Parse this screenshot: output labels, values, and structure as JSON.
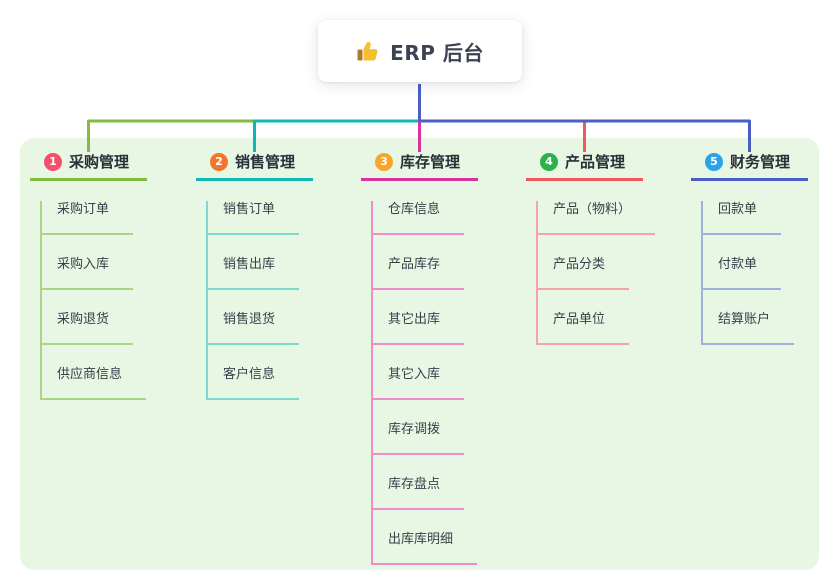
{
  "root": {
    "label": "ERP 后台",
    "icon": "thumbs-up-icon",
    "connector_color": "#4A5EC5"
  },
  "theme": {
    "canvas_bg": "#FFFFFF",
    "panel_bg": "#E8F6E4",
    "title_text_color": "#2A3038",
    "child_text_color": "#39404A"
  },
  "branches": [
    {
      "number": "1",
      "label": "采购管理",
      "badge_color": "#F4506C",
      "line_color": "#82BC40",
      "child_line_color": "#ABD584",
      "children": [
        "采购订单",
        "采购入库",
        "采购退货",
        "供应商信息"
      ]
    },
    {
      "number": "2",
      "label": "销售管理",
      "badge_color": "#F3742B",
      "line_color": "#0EB8B2",
      "child_line_color": "#7ED8D0",
      "children": [
        "销售订单",
        "销售出库",
        "销售退货",
        "客户信息"
      ]
    },
    {
      "number": "3",
      "label": "库存管理",
      "badge_color": "#F8A62A",
      "line_color": "#D9329E",
      "child_line_color": "#F08CC8",
      "children": [
        "仓库信息",
        "产品库存",
        "其它出库",
        "其它入库",
        "库存调拨",
        "库存盘点",
        "出库库明细"
      ]
    },
    {
      "number": "4",
      "label": "产品管理",
      "badge_color": "#2CB14D",
      "line_color": "#F15858",
      "child_line_color": "#F8A3A3",
      "children": [
        "产品（物料）",
        "产品分类",
        "产品单位"
      ]
    },
    {
      "number": "5",
      "label": "财务管理",
      "badge_color": "#2BA3E8",
      "line_color": "#4A5EC5",
      "child_line_color": "#9FAFDE",
      "children": [
        "回款单",
        "付款单",
        "结算账户"
      ]
    }
  ]
}
